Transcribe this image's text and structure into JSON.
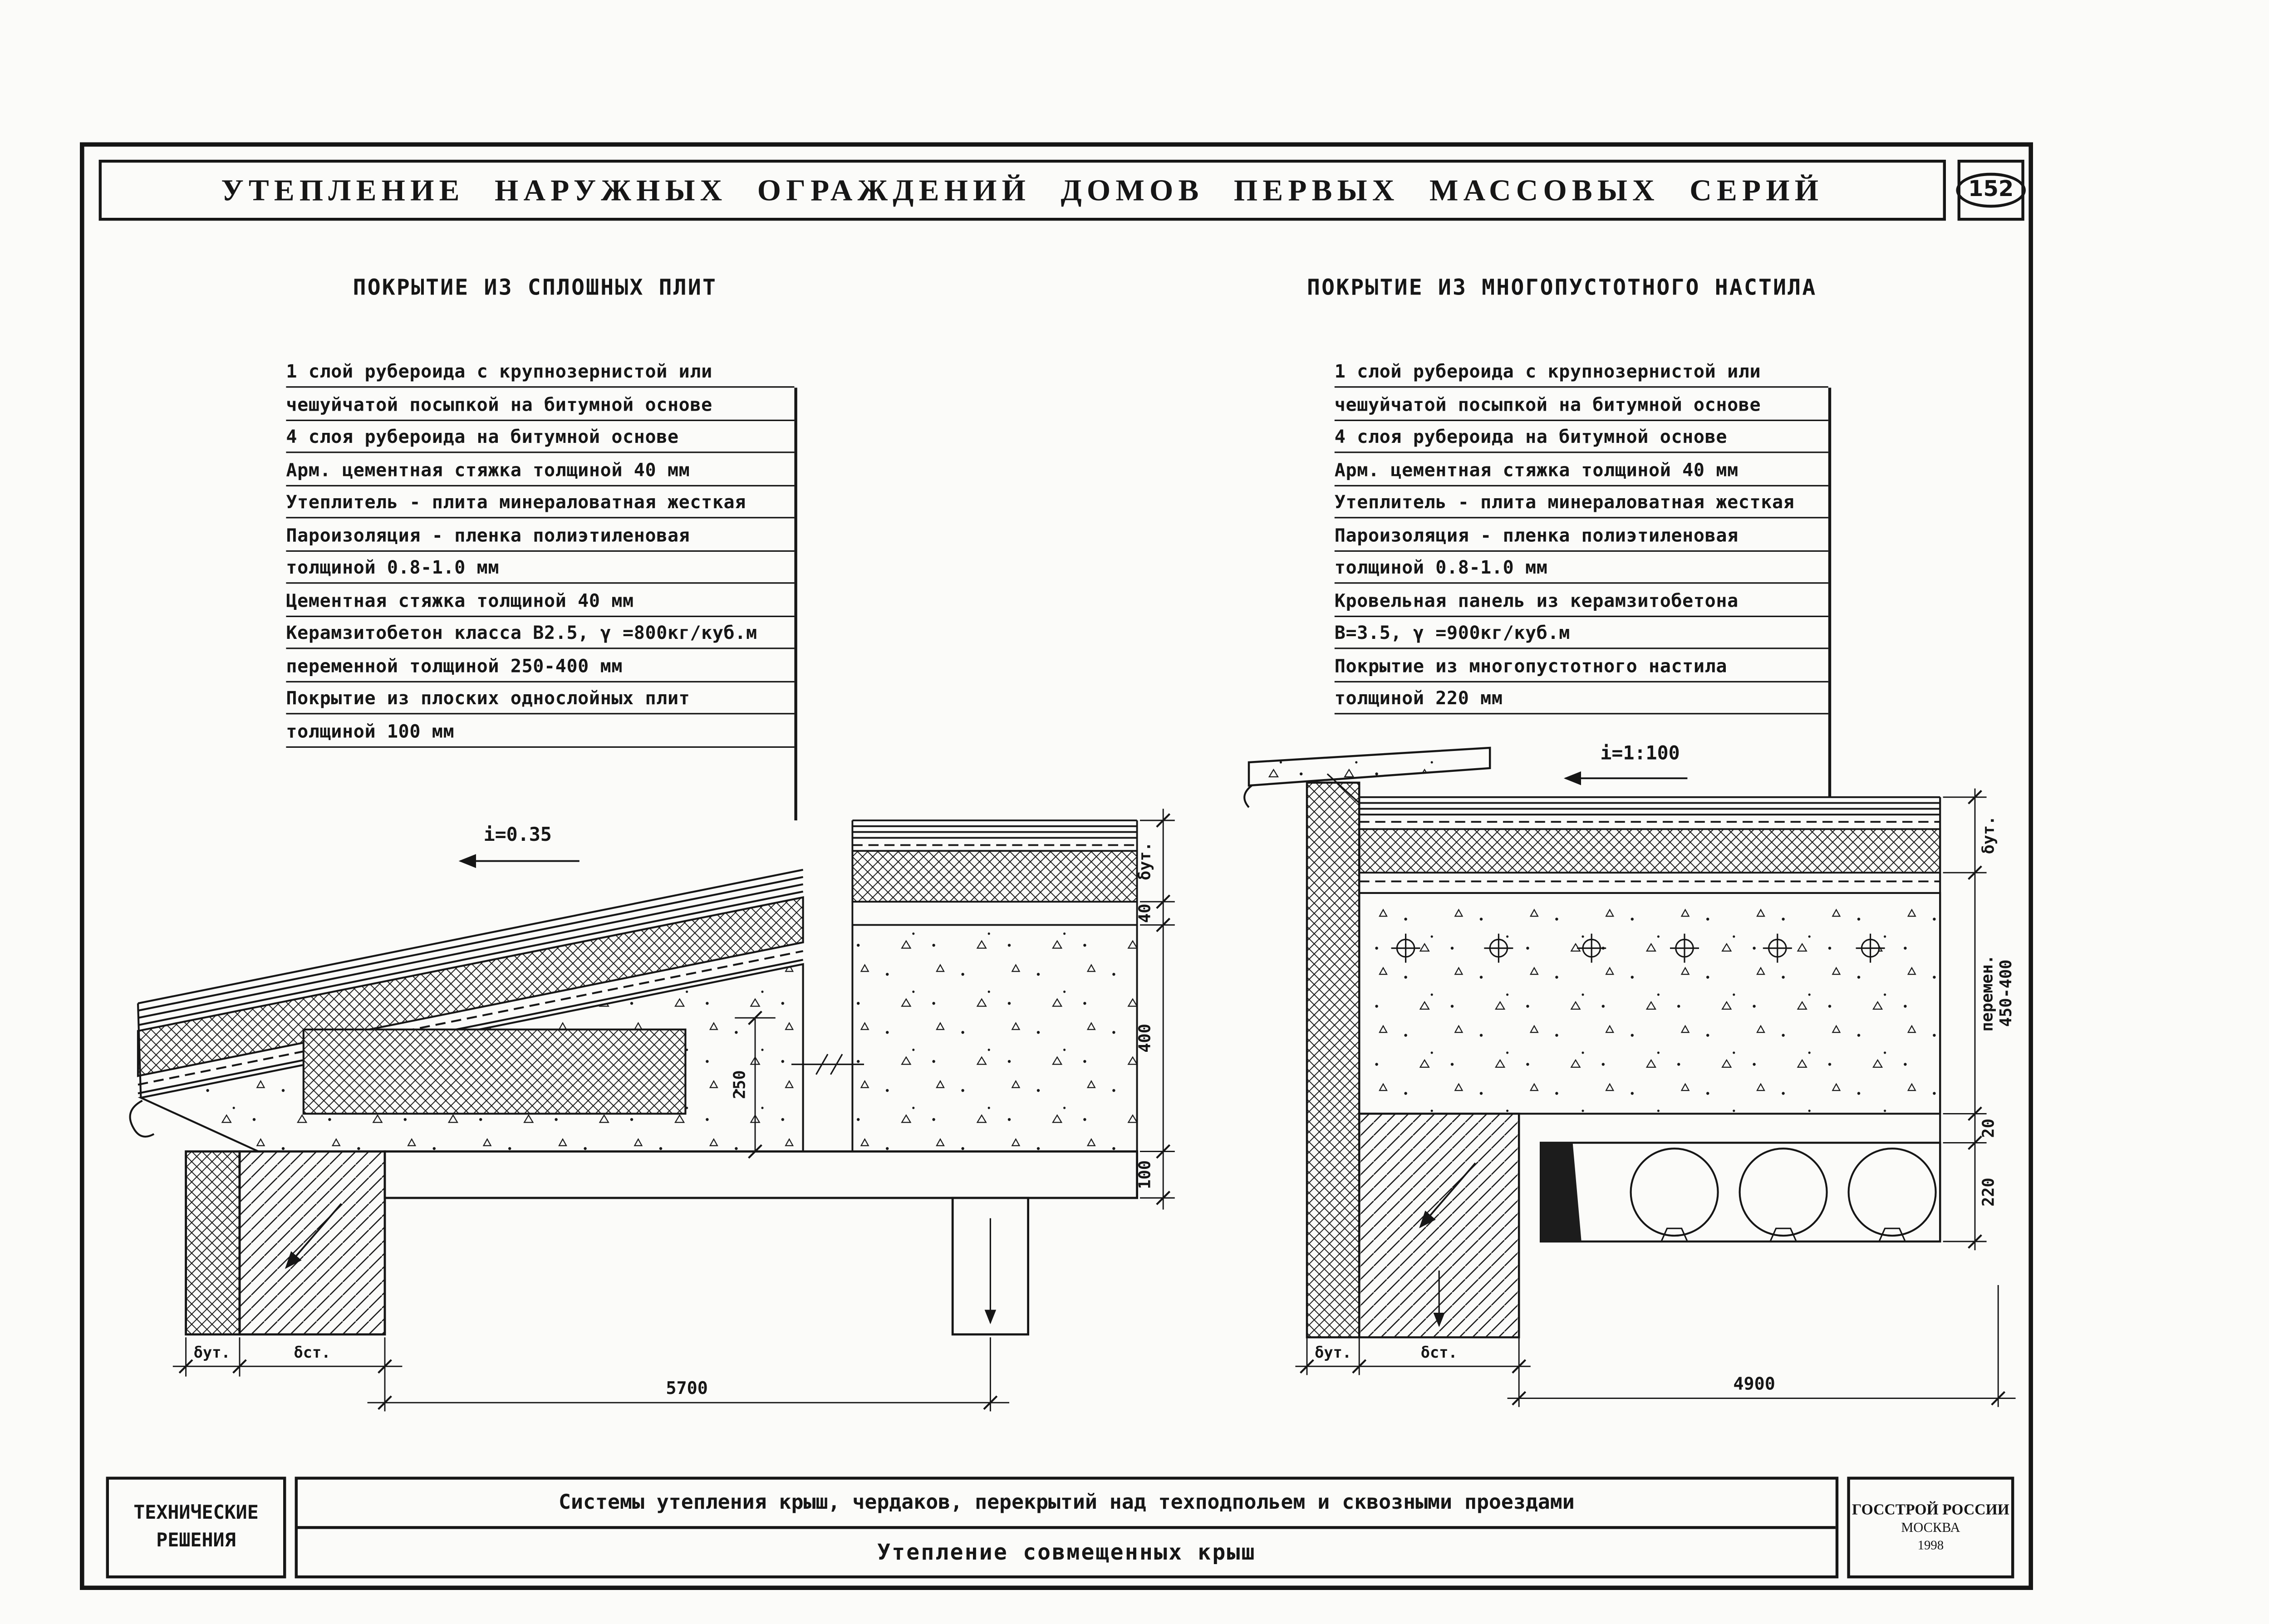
{
  "header": {
    "title": "УТЕПЛЕНИЕ НАРУЖНЫХ ОГРАЖДЕНИЙ ДОМОВ ПЕРВЫХ МАССОВЫХ СЕРИЙ",
    "page_number": "152"
  },
  "left_section": {
    "heading": "ПОКРЫТИЕ ИЗ СПЛОШНЫХ ПЛИТ",
    "callouts": [
      "1 слой рубероида с крупнозернистой или",
      "чешуйчатой посыпкой на битумной основе",
      "4 слоя рубероида на битумной основе",
      "Арм. цементная стяжка толщиной 40 мм",
      "Утеплитель - плита минераловатная жесткая",
      "Пароизоляция - пленка полиэтиленовая",
      "толщиной 0.8-1.0 мм",
      "Цементная стяжка толщиной 40 мм",
      "Керамзитобетон класса В2.5, γ =800кг/куб.м",
      "переменной толщиной 250-400 мм",
      "Покрытие из плоских однослойных плит",
      "толщиной 100 мм"
    ],
    "slope_label": "i=0.35",
    "dims": {
      "ins_layer": "δут.",
      "screed_40": "40",
      "keramzit_400": "400",
      "keramzit_250": "250",
      "slab_100": "100",
      "wall_ins": "δут.",
      "wall_masonry": "δст.",
      "span": "5700"
    }
  },
  "right_section": {
    "heading": "ПОКРЫТИЕ ИЗ МНОГОПУСТОТНОГО НАСТИЛА",
    "callouts": [
      "1 слой рубероида с крупнозернистой или",
      "чешуйчатой посыпкой на битумной основе",
      "4 слоя рубероида на битумной основе",
      "Арм. цементная стяжка толщиной 40 мм",
      "Утеплитель - плита минераловатная жесткая",
      "Пароизоляция - пленка полиэтиленовая",
      "толщиной 0.8-1.0 мм",
      "Кровельная панель из керамзитобетона",
      "В=3.5, γ =900кг/куб.м",
      "Покрытие из многопустотного настила",
      "толщиной 220 мм"
    ],
    "slope_label": "i=1:100",
    "dims": {
      "ins_layer": "δут.",
      "panel_var_word": "перемен.",
      "panel_var_range": "450-400",
      "gap_20": "20",
      "slab_220": "220",
      "wall_ins": "δут.",
      "wall_masonry": "δст.",
      "span": "4900"
    }
  },
  "footer": {
    "left_block_line1": "ТЕХНИЧЕСКИЕ",
    "left_block_line2": "РЕШЕНИЯ",
    "subject": "Системы утепления крыш, чердаков, перекрытий над техподпольем и сквозными проездами",
    "sheet_name": "Утепление совмещенных крыш",
    "org_line1": "ГОССТРОЙ РОССИИ",
    "org_line2": "МОСКВА",
    "org_line3": "1998"
  },
  "colors": {
    "ink": "#161616",
    "paper": "#fbfbf9"
  }
}
